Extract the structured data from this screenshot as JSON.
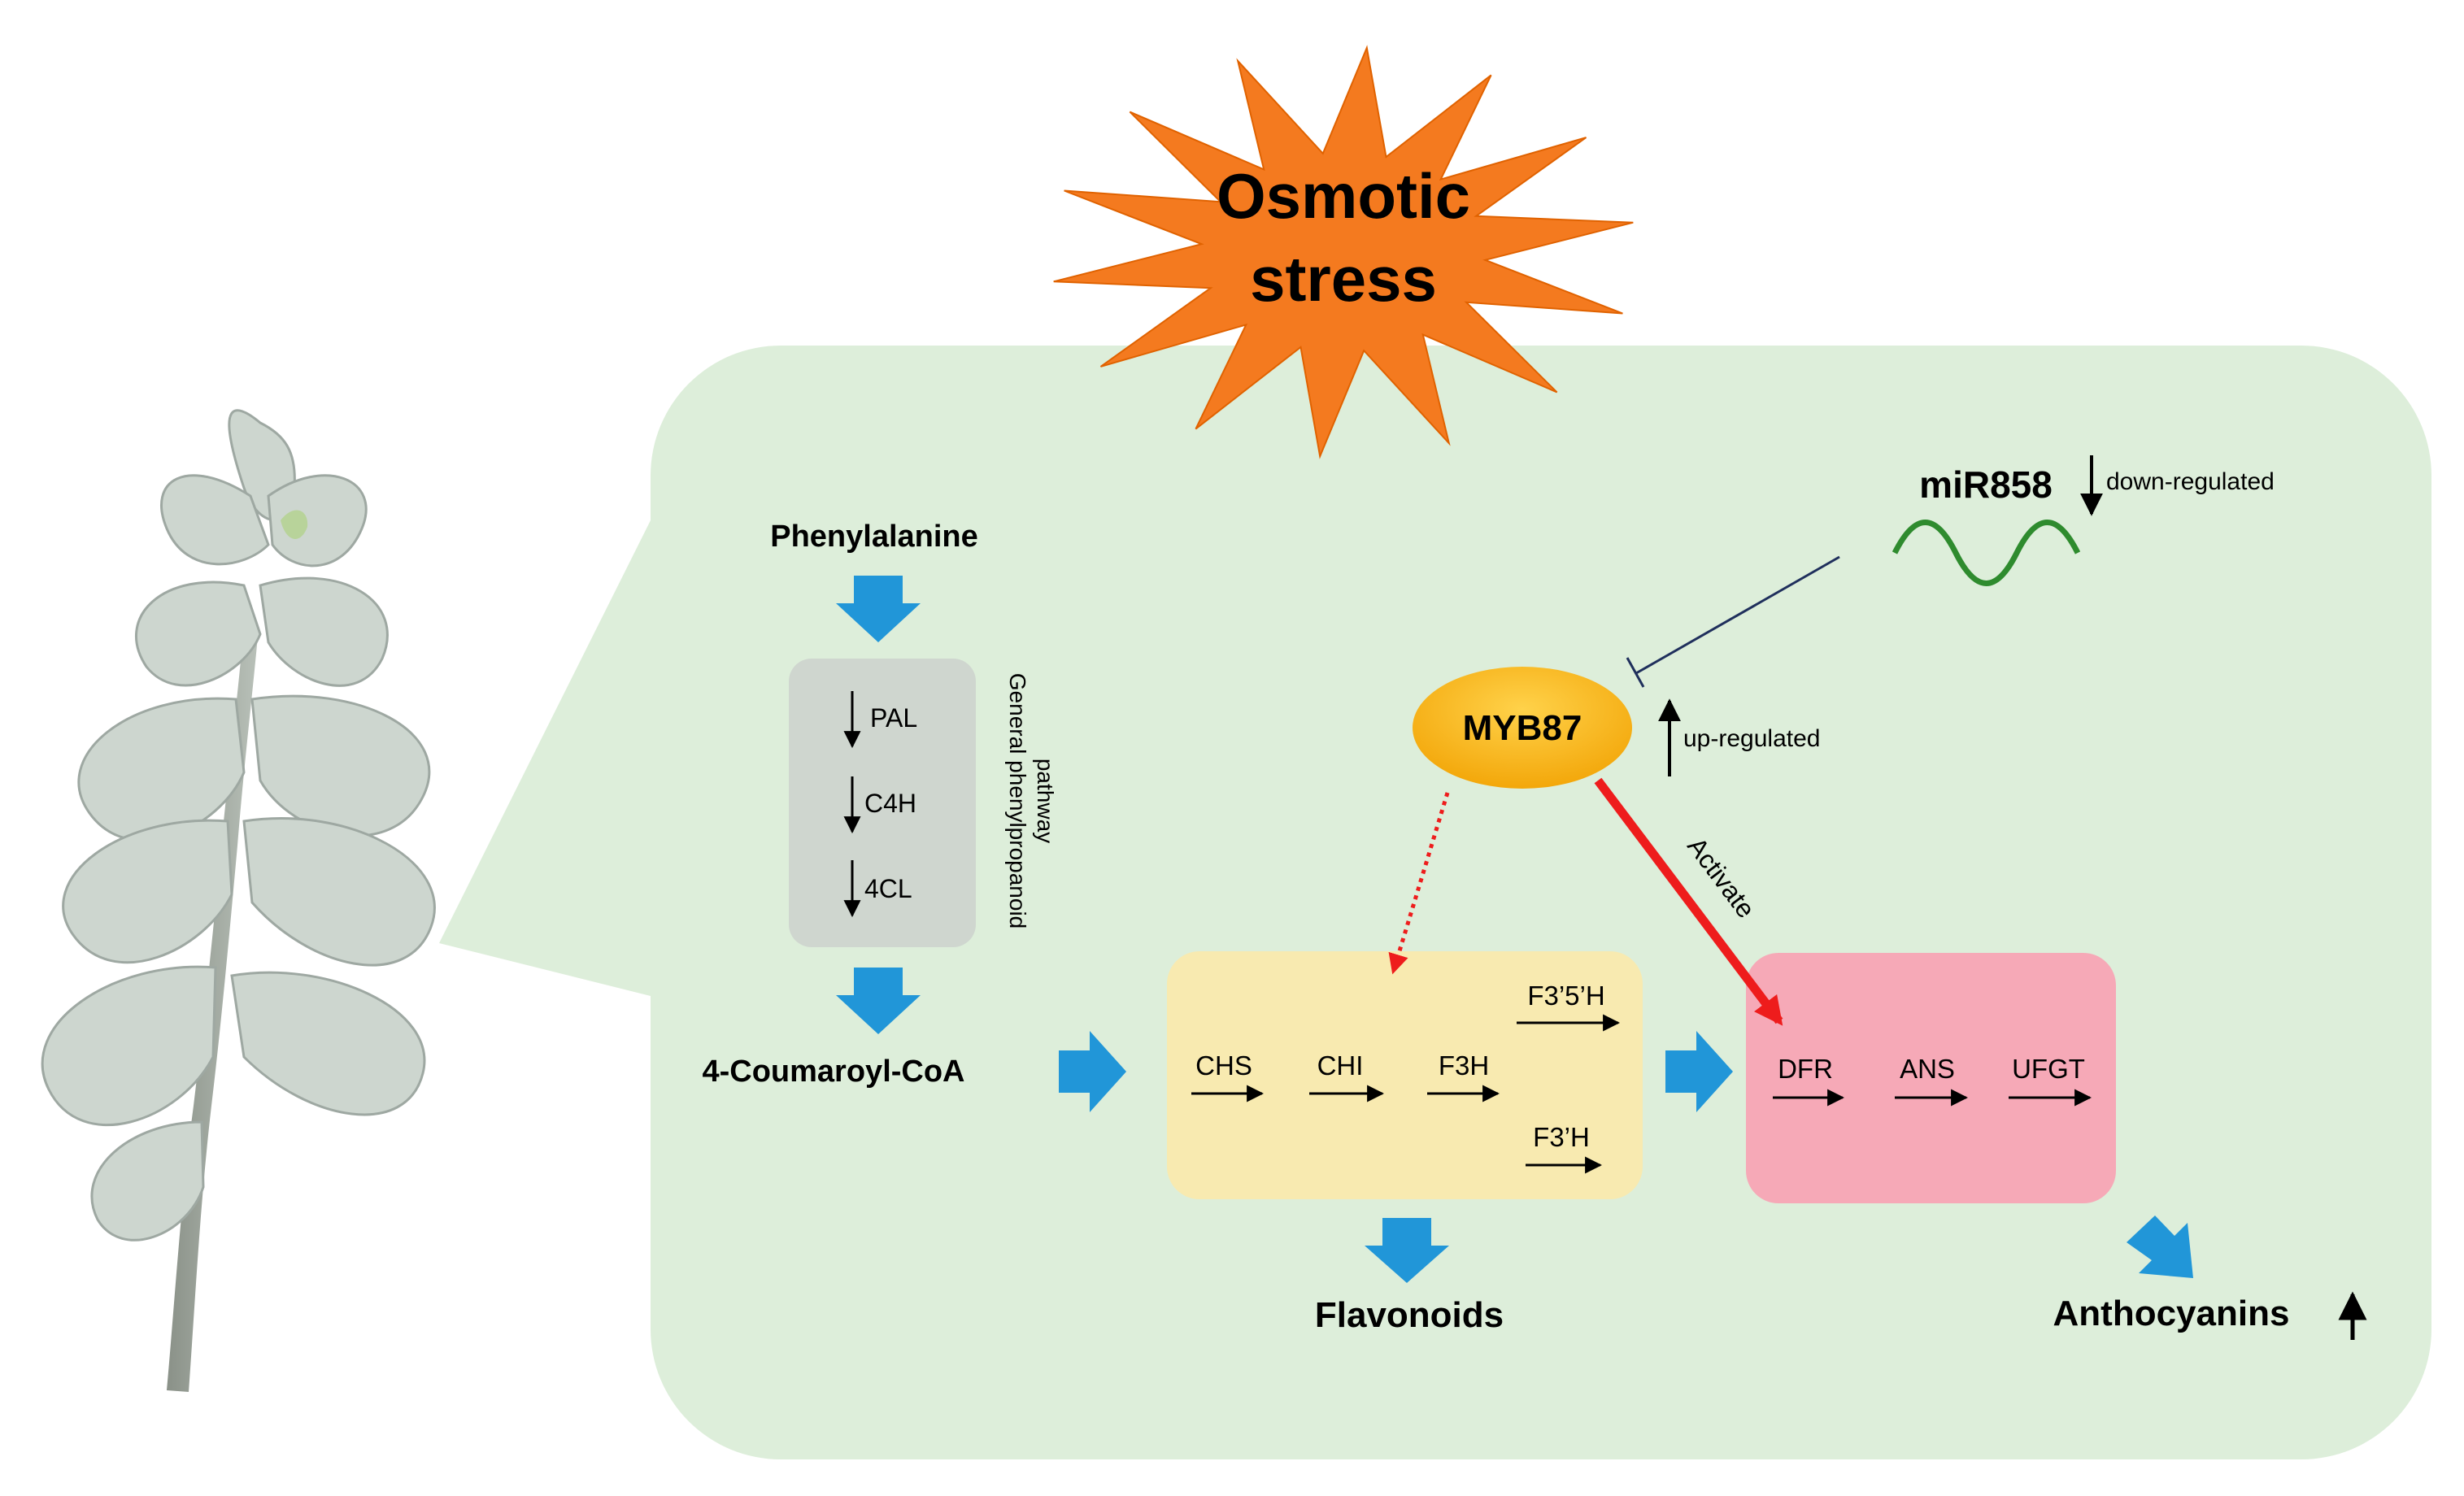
{
  "stress": {
    "line1": "Osmotic",
    "line2": "stress"
  },
  "precursors": {
    "phenylalanine": "Phenylalanine",
    "coumaroyl_coa": "4-Coumaroyl-CoA"
  },
  "general_pathway": {
    "label_line1": "General phenylpropanoid",
    "label_line2": "pathway",
    "enzymes": [
      "PAL",
      "C4H",
      "4CL"
    ]
  },
  "flavonoid_box": {
    "enzymes": [
      "CHS",
      "CHI",
      "F3H",
      "F3’5’H",
      "F3’H"
    ]
  },
  "anthocyanin_box": {
    "enzymes": [
      "DFR",
      "ANS",
      "UFGT"
    ]
  },
  "regulators": {
    "mirna": "miR858",
    "mirna_status": "down-regulated",
    "tf": "MYB87",
    "tf_status": "up-regulated",
    "activate_label": "Activate"
  },
  "products": {
    "flavonoids": "Flavonoids",
    "anthocyanins": "Anthocyanins"
  },
  "colors": {
    "background_panel": "#ddeeda",
    "starburst": "#f47a1f",
    "general_box": "#cfd6cf",
    "flavonoid_box": "#f8eab0",
    "anthocyanin_box": "#f6a9b7",
    "myb_fill": "#fbb90f",
    "blue_arrow": "#2196d8",
    "red_arrow": "#ee1c1c",
    "mirna_wave": "#2e8b2e",
    "inhibition_line": "#1f2f5c"
  }
}
